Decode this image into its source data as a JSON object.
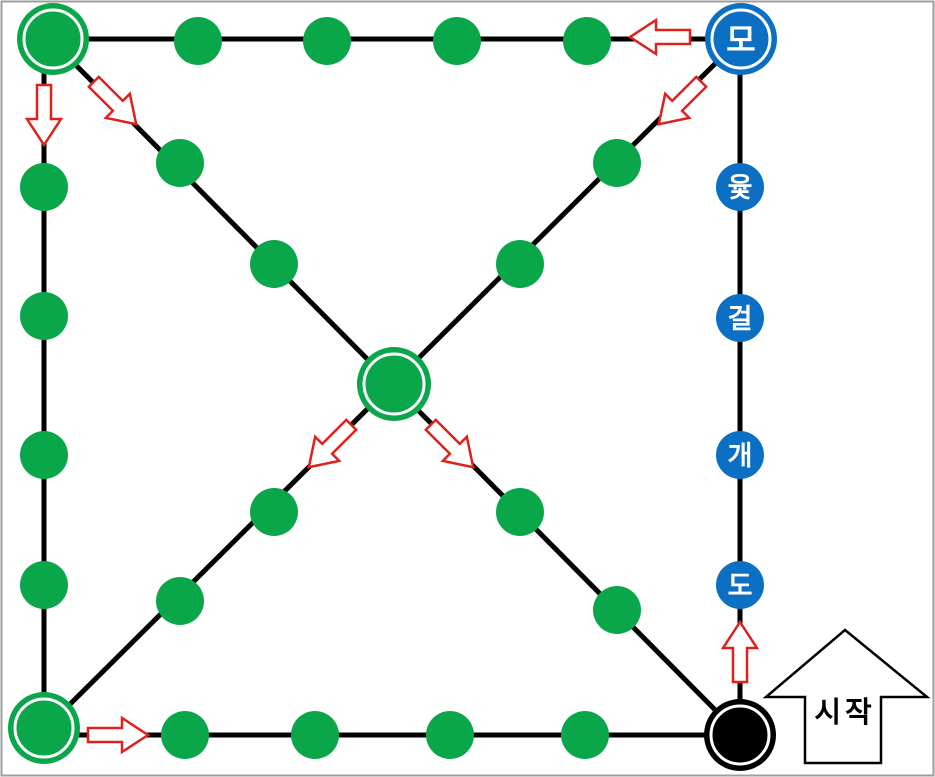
{
  "labels": {
    "mo": "모",
    "yut": "윷",
    "geol": "걸",
    "gae": "개",
    "do": "도",
    "start": "시작"
  },
  "colors": {
    "border": "#9e9e9e",
    "line": "#000000",
    "node": "#0aa64a",
    "highlight": "#0b6fc4",
    "start_node": "#000000",
    "arrow_stroke": "#e0201c",
    "arrow_fill": "#ffffff"
  }
}
